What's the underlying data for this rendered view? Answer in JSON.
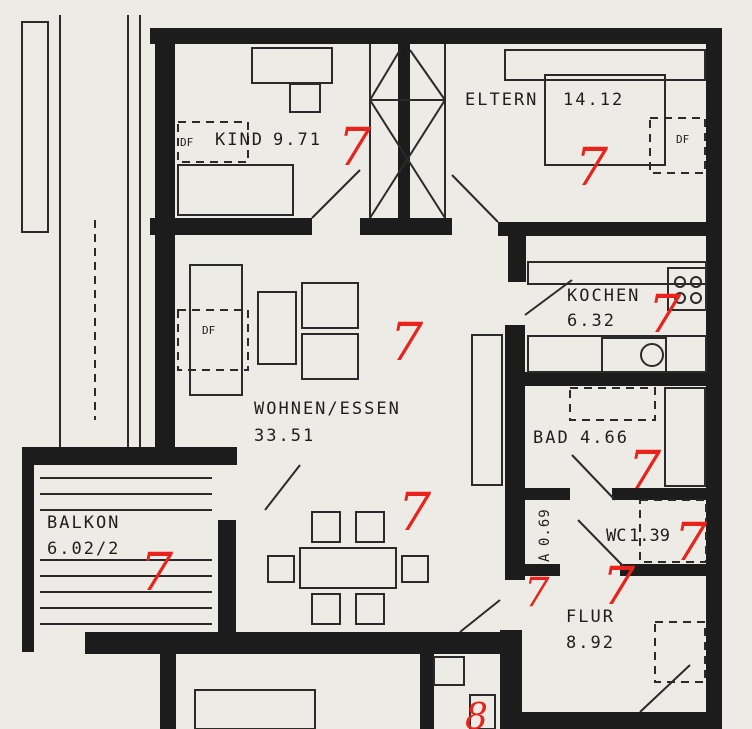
{
  "rooms": [
    {
      "name": "KIND",
      "area": "9.71",
      "mark": "7"
    },
    {
      "name": "ELTERN",
      "area": "14.12",
      "mark": "7"
    },
    {
      "name": "KOCHEN",
      "area": "6.32",
      "mark": "7"
    },
    {
      "name": "WOHNEN/ESSEN",
      "area": "33.51",
      "mark": "7",
      "mark2": "7"
    },
    {
      "name": "BAD",
      "area": "4.66",
      "mark": "7"
    },
    {
      "name": "WC",
      "area": "1.39",
      "mark": "7"
    },
    {
      "name": "A",
      "area": "0.69",
      "mark": "7"
    },
    {
      "name": "FLUR",
      "area": "8.92",
      "mark": "7"
    },
    {
      "name": "BALKON",
      "area": "6.02/2",
      "mark": "7"
    }
  ],
  "bottom_mark": "8",
  "df_label": "DF",
  "colors": {
    "walls": "#1c1c1c",
    "paper": "#ecebe6",
    "marks": "#e8231c"
  }
}
